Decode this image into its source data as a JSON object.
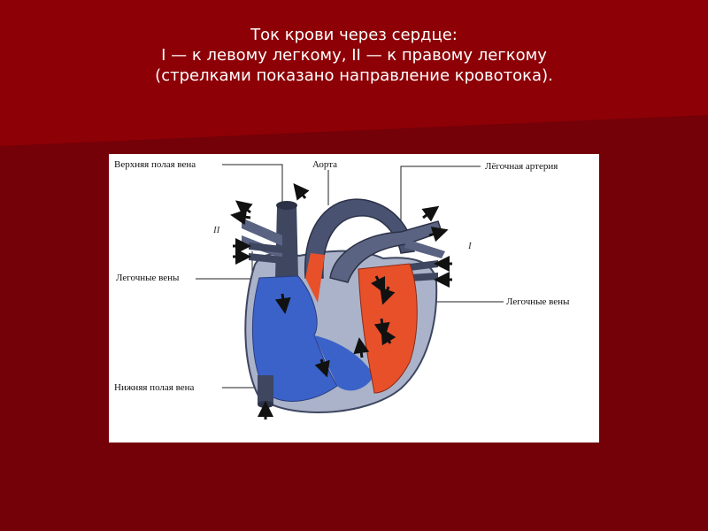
{
  "title": {
    "line1": "Ток крови через сердце:",
    "line2": "I — к левому легкому, II — к правому легкому",
    "line3": "(стрелками показано  направление кровотока)."
  },
  "diagram": {
    "labels": {
      "superior_vena_cava": "Верхняя полая вена",
      "aorta": "Аорта",
      "pulmonary_artery": "Лёгочная артерия",
      "pulmonary_veins_left": "Легочные вены",
      "pulmonary_veins_right": "Легочные вены",
      "inferior_vena_cava": "Нижняя полая вена",
      "roman_ii": "II",
      "roman_i": "I"
    },
    "colors": {
      "background": "#7c0008",
      "venous_blood": "#3a62c9",
      "arterial_blood": "#e8502a",
      "vessel_dark": "#3e4660",
      "panel": "#ffffff"
    }
  }
}
